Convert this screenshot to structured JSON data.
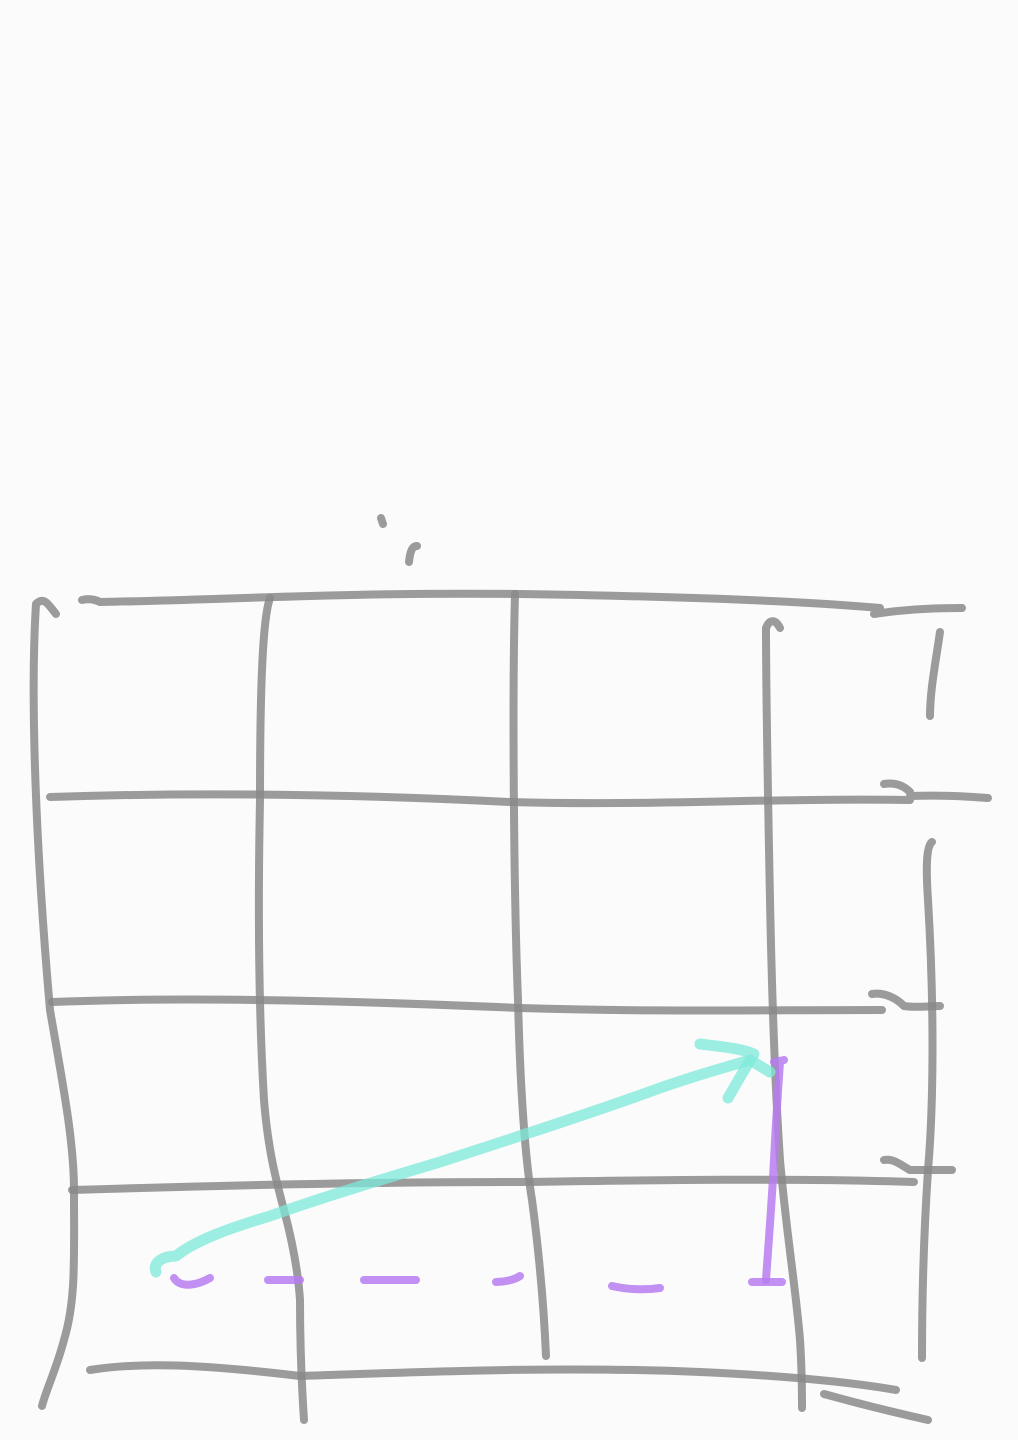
{
  "colors": {
    "background": "#fbfbfb",
    "grid_stroke": "#8a8a8a",
    "arrow_stroke": "#7ee9d9",
    "bracket_stroke": "#b67cf0"
  },
  "figure": {
    "kind": "hand-drawn sketch",
    "grid": {
      "rows": 4,
      "columns": 4
    },
    "arrow": {
      "from_cell": [
        4,
        1
      ],
      "to_cell": [
        3,
        4
      ]
    },
    "dashed_segment": {
      "along_row": 4,
      "from_column": 1,
      "to_column": 4
    }
  }
}
